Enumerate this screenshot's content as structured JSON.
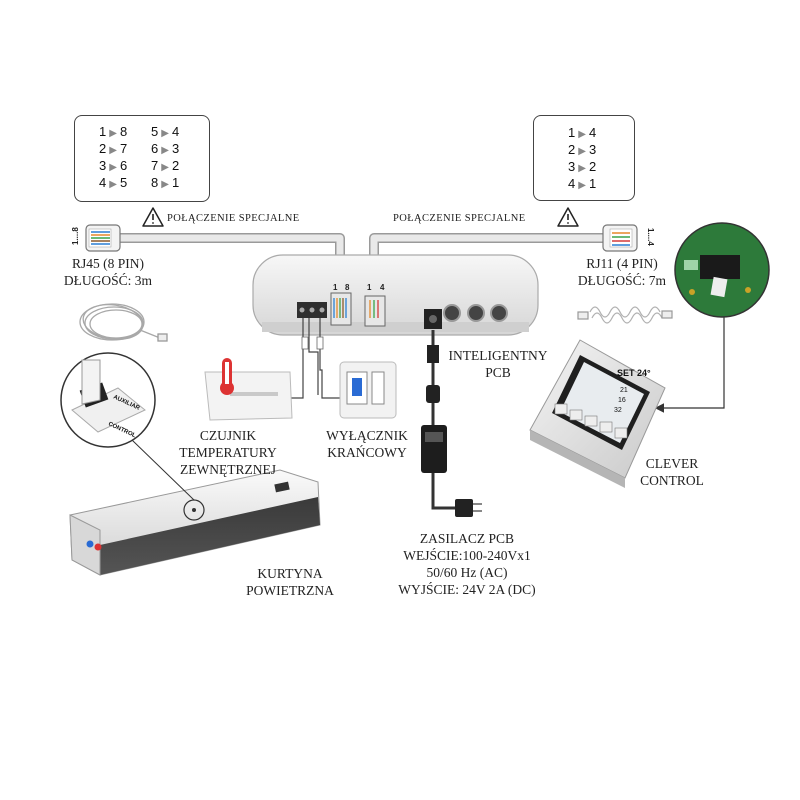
{
  "rj45_pinmap": {
    "left_col": [
      {
        "from": "1",
        "to": "8"
      },
      {
        "from": "2",
        "to": "7"
      },
      {
        "from": "3",
        "to": "6"
      },
      {
        "from": "4",
        "to": "5"
      }
    ],
    "right_col": [
      {
        "from": "5",
        "to": "4"
      },
      {
        "from": "6",
        "to": "3"
      },
      {
        "from": "7",
        "to": "2"
      },
      {
        "from": "8",
        "to": "1"
      }
    ]
  },
  "rj11_pinmap": [
    {
      "from": "1",
      "to": "4"
    },
    {
      "from": "2",
      "to": "3"
    },
    {
      "from": "3",
      "to": "2"
    },
    {
      "from": "4",
      "to": "1"
    }
  ],
  "warnings": {
    "left": "POŁĄCZENIE SPECJALNE",
    "right": "POŁĄCZENIE SPECJALNE"
  },
  "labels": {
    "rj45_line1": "RJ45 (8 PIN)",
    "rj45_line2": "DŁUGOŚĆ: 3m",
    "rj11_line1": "RJ11 (4 PIN)",
    "rj11_line2": "DŁUGOŚĆ: 7m",
    "pcb_line1": "INTELIGENTNY",
    "pcb_line2": "PCB",
    "sensor_line1": "CZUJNIK",
    "sensor_line2": "TEMPERATURY",
    "sensor_line3": "ZEWNĘTRZNEJ",
    "switch_line1": "WYŁĄCZNIK",
    "switch_line2": "KRAŃCOWY",
    "clever_line1": "CLEVER",
    "clever_line2": "CONTROL",
    "curtain_line1": "KURTYNA",
    "curtain_line2": "POWIETRZNA",
    "psu_line1": "ZASILACZ PCB",
    "psu_line2": "WEJŚCIE:100-240Vx1",
    "psu_line3": "50/60 Hz (AC)",
    "psu_line4": "WYJŚCIE: 24V 2A (DC)"
  },
  "connector_pins": {
    "rj45_side": "1....8",
    "rj11_side": "1....4",
    "pcb_rj45_a": "1",
    "pcb_rj45_b": "8",
    "pcb_rj11_a": "1",
    "pcb_rj11_b": "4"
  },
  "controller_screen": {
    "set_text": "SET 24°",
    "val1": "21",
    "val2": "16",
    "val3": "32"
  },
  "auxiliar_text": {
    "line1": "AUXILIAR",
    "line2": "CONTROL"
  }
}
